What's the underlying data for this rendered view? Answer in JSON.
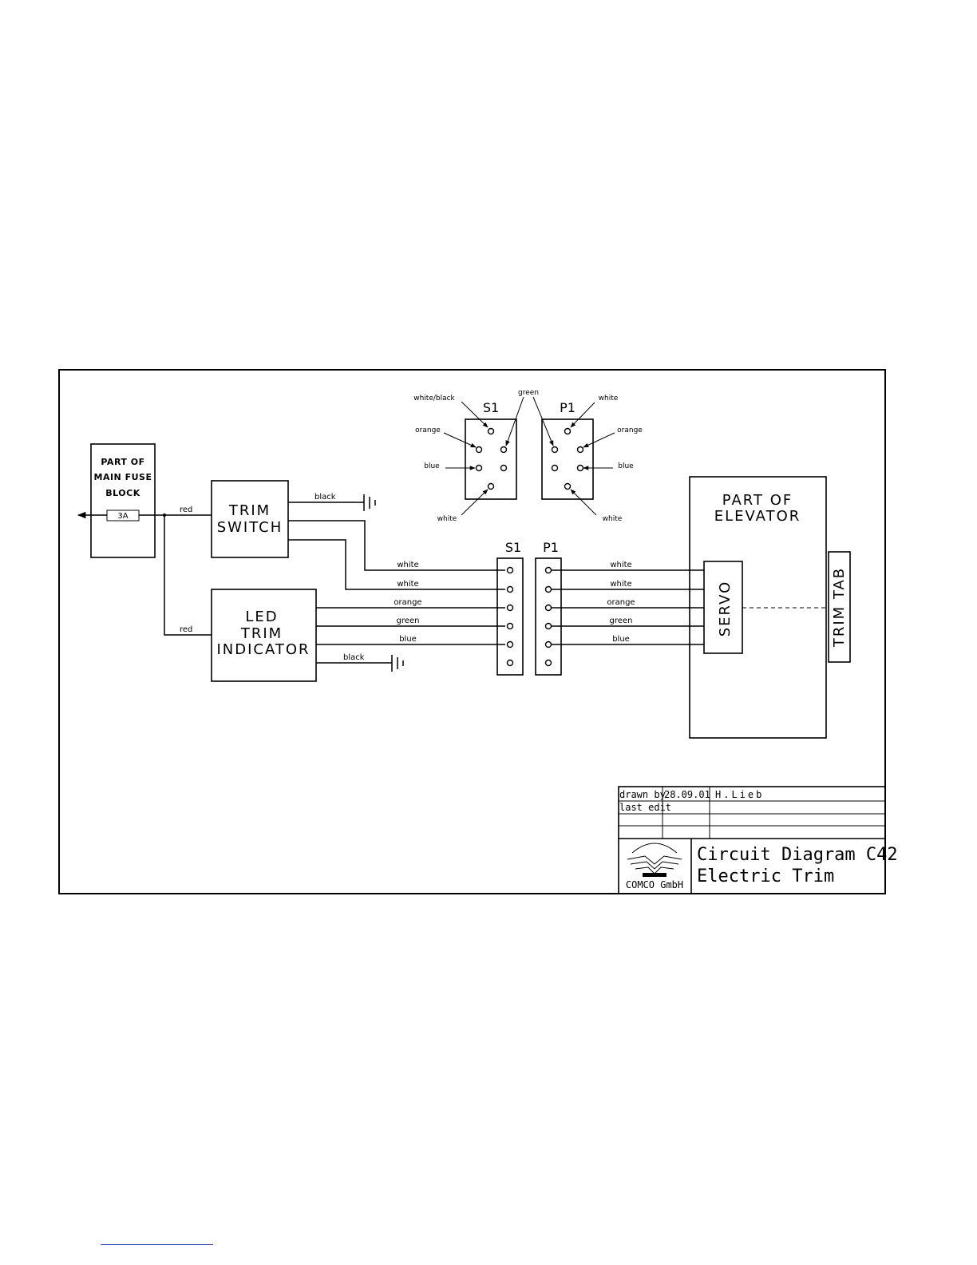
{
  "fuse_block": {
    "lines": [
      "PART OF",
      "MAIN FUSE",
      "BLOCK"
    ],
    "fuse_rating": "3A"
  },
  "trim_switch": {
    "lines": [
      "TRIM",
      "SWITCH"
    ]
  },
  "led_indicator": {
    "lines": [
      "LED",
      "TRIM",
      "INDICATOR"
    ]
  },
  "elevator": {
    "lines": [
      "PART OF",
      "ELEVATOR"
    ],
    "servo": "SERVO"
  },
  "trim_tab": "TRIM TAB",
  "connectors": {
    "s1": "S1",
    "p1": "P1"
  },
  "wires": {
    "red_1": "red",
    "red_2": "red",
    "black_switch": "black",
    "black_led": "black",
    "left": [
      "white",
      "white",
      "orange",
      "green",
      "blue"
    ],
    "right": [
      "white",
      "white",
      "orange",
      "green",
      "blue"
    ]
  },
  "pinout": {
    "green": "green",
    "s1": {
      "white_black": "white/black",
      "orange": "orange",
      "blue": "blue",
      "white": "white"
    },
    "p1": {
      "white": "white",
      "orange": "orange",
      "blue": "blue",
      "white_bottom": "white"
    }
  },
  "title_block": {
    "drawn_by_label": "drawn by",
    "drawn_date": "28.09.01",
    "drawn_name": "H.Lieb",
    "last_edit_label": "last edit",
    "title_line1": "Circuit Diagram C42",
    "title_line2": "Electric Trim",
    "company": "COMCO GmbH"
  }
}
